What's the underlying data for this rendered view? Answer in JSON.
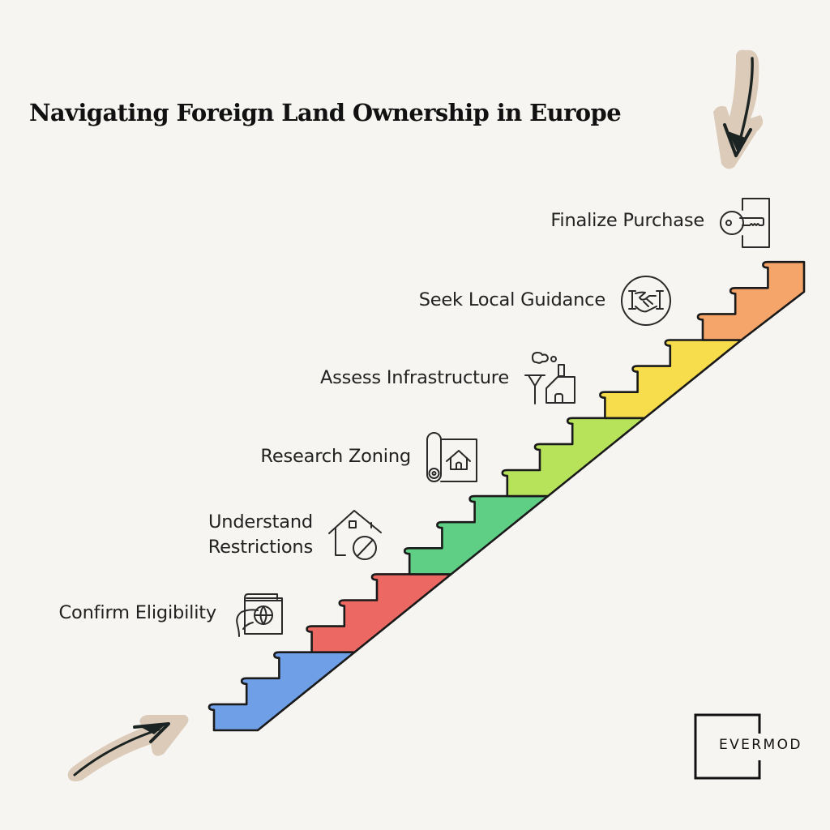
{
  "title": "Navigating Foreign Land Ownership in Europe",
  "steps": [
    {
      "label": "Confirm Eligibility",
      "icon": "passport-icon",
      "color": "#6f9fe6"
    },
    {
      "label_line1": "Understand",
      "label_line2": "Restrictions",
      "icon": "house-restricted-icon",
      "color": "#ec6863"
    },
    {
      "label": "Research Zoning",
      "icon": "blueprint-house-icon",
      "color": "#5fcf86"
    },
    {
      "label": "Assess Infrastructure",
      "icon": "infrastructure-factory-icon",
      "color": "#b6e35a"
    },
    {
      "label": "Seek Local Guidance",
      "icon": "handshake-icon",
      "color": "#f7dc4c"
    },
    {
      "label": "Finalize Purchase",
      "icon": "key-door-icon",
      "color": "#f6a56a"
    }
  ],
  "logo": {
    "text": "EVERMOD"
  },
  "colors": {
    "background": "#f6f5f1",
    "arrow_highlight": "#dccbb9",
    "ink": "#1b2422"
  }
}
